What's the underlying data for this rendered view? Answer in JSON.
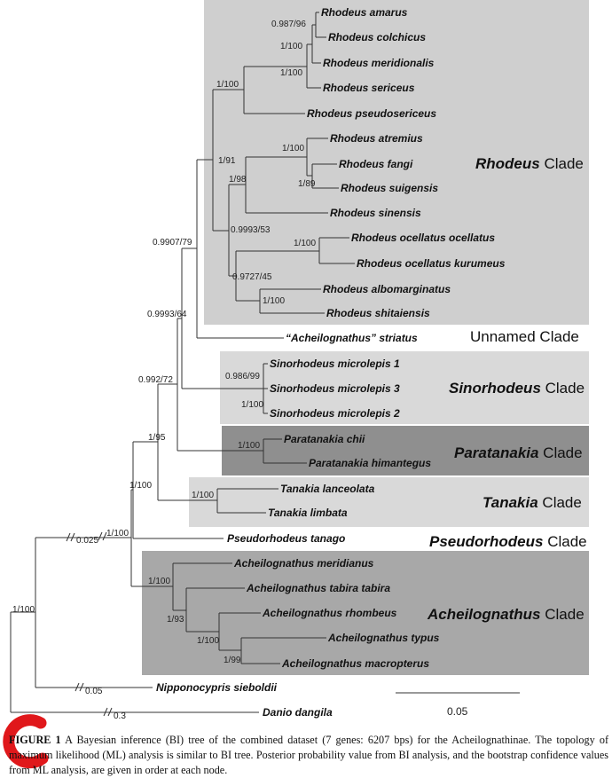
{
  "clades": [
    {
      "id": "rhodeus",
      "italic": "Rhodeus",
      "plain": " Clade",
      "fill": "#cfcfcf"
    },
    {
      "id": "unnamed",
      "italic": "",
      "plain": "Unnamed Clade",
      "fill": "#ffffff"
    },
    {
      "id": "sinorhodeus",
      "italic": "Sinorhodeus",
      "plain": " Clade",
      "fill": "#d9d9d9"
    },
    {
      "id": "paratanakia",
      "italic": "Paratanakia",
      "plain": " Clade",
      "fill": "#8f8f8f"
    },
    {
      "id": "tanakia",
      "italic": "Tanakia",
      "plain": " Clade",
      "fill": "#d9d9d9"
    },
    {
      "id": "pseudorhodeus",
      "italic": "Pseudorhodeus",
      "plain": " Clade",
      "fill": "#ffffff"
    },
    {
      "id": "acheilognathus",
      "italic": "Acheilognathus",
      "plain": " Clade",
      "fill": "#a8a8a8"
    }
  ],
  "taxa": [
    "Rhodeus amarus",
    "Rhodeus colchicus",
    "Rhodeus meridionalis",
    "Rhodeus sericeus",
    "Rhodeus pseudosericeus",
    "Rhodeus atremius",
    "Rhodeus fangi",
    "Rhodeus suigensis",
    "Rhodeus sinensis",
    "Rhodeus ocellatus ocellatus",
    "Rhodeus ocellatus kurumeus",
    "Rhodeus albomarginatus",
    "Rhodeus shitaiensis",
    "“Acheilognathus” striatus",
    "Sinorhodeus microlepis 1",
    "Sinorhodeus microlepis 3",
    "Sinorhodeus microlepis 2",
    "Paratanakia chii",
    "Paratanakia himantegus",
    "Tanakia lanceolata",
    "Tanakia limbata",
    "Pseudorhodeus tanago",
    "Acheilognathus meridianus",
    "Acheilognathus tabira tabira",
    "Acheilognathus rhombeus",
    "Acheilognathus typus",
    "Acheilognathus macropterus",
    "Nipponocypris sieboldii",
    "Danio dangila"
  ],
  "supports": [
    "0.987/96",
    "1/100",
    "1/100",
    "1/100",
    "1/100",
    "1/89",
    "1/98",
    "1/91",
    "0.9993/53",
    "1/100",
    "0.9727/45",
    "1/100",
    "0.9907/79",
    "0.9993/64",
    "0.986/99",
    "1/100",
    "0.992/72",
    "1/100",
    "1/95",
    "1/100",
    "1/100",
    "1/100",
    "0.025",
    "1/100",
    "1/93",
    "1/100",
    "1/99",
    "1/100",
    "0.05",
    "0.3"
  ],
  "scale_bar": {
    "label": "0.05"
  },
  "caption": {
    "label": "FIGURE 1",
    "text": "A Bayesian inference (BI) tree of the combined dataset (7 genes: 6207 bps) for the Acheilognathinae. The topology of maximum likelihood (ML) analysis is similar to BI tree. Posterior probability value from BI analysis, and the bootstrap confidence values from ML analysis, are given in order at each node."
  }
}
